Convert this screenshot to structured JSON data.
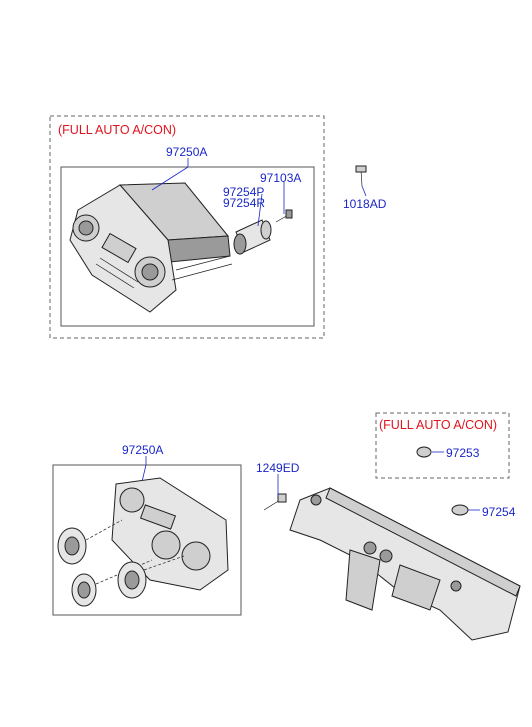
{
  "groups": {
    "top_group_title": "(FULL AUTO A/CON)",
    "bottom_right_group_title": "(FULL AUTO A/CON)"
  },
  "labels": {
    "top_main": "97250A",
    "top_screw": "97103A",
    "top_knob_p": "97254P",
    "top_knob_r": "97254R",
    "top_outside_bolt": "1018AD",
    "bottom_main": "97250A",
    "bottom_screw": "1249ED",
    "bottom_cap_auto": "97253",
    "bottom_cap": "97254"
  }
}
